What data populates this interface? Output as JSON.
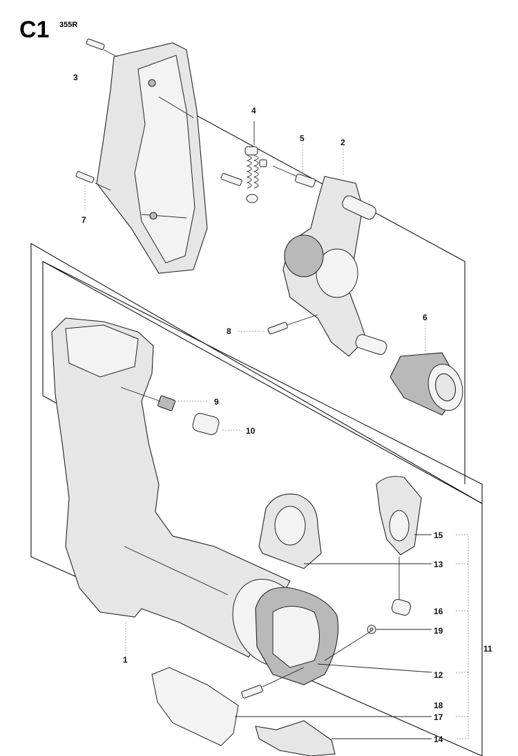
{
  "header": {
    "sheet_code": "C1",
    "model": "355R"
  },
  "callouts": {
    "c1": "1",
    "c2": "2",
    "c3": "3",
    "c4": "4",
    "c5": "5",
    "c6": "6",
    "c7": "7",
    "c8": "8",
    "c9": "9",
    "c10": "10",
    "c11": "11",
    "c12": "12",
    "c13": "13",
    "c14": "14",
    "c15": "15",
    "c16": "16",
    "c17": "17",
    "c18": "18",
    "c19": "19"
  }
}
